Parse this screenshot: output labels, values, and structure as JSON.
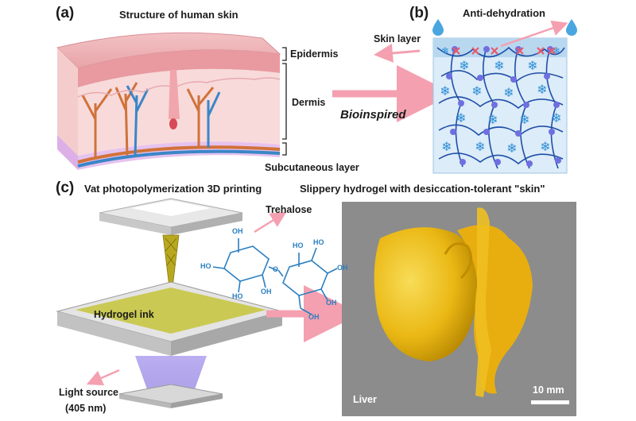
{
  "panels": {
    "a": {
      "tag": "(a)",
      "title": "Structure of human skin",
      "layers": [
        "Epidermis",
        "Dermis",
        "Subcutaneous layer"
      ]
    },
    "b": {
      "tag": "(b)",
      "title": "Anti-dehydration",
      "skin_layer": "Skin layer",
      "bioinspired": "Bioinspired"
    },
    "c": {
      "tag": "(c)",
      "title_left": "Vat photopolymerization 3D printing",
      "title_right": "Slippery hydrogel with desiccation-tolerant \"skin\"",
      "molecule": "Trehalose",
      "ink": "Hydrogel ink",
      "light_source": "Light source",
      "wavelength": "(405 nm)",
      "organ": "Liver",
      "scale_bar": "10 mm",
      "atoms": {
        "oh": "OH",
        "ho": "HO",
        "o": "O"
      }
    }
  },
  "colors": {
    "skin_top": "#e8a4a8",
    "skin_body": "#f8dada",
    "fat": "#e6c3ee",
    "vessel_red": "#d0723a",
    "vessel_blue": "#3a86c8",
    "network": "#1f4fa8",
    "node": "#6f6fe0",
    "snow": "#2e8fd6",
    "cross": "#e85a6a",
    "arrow": "#f4a0b0",
    "resin": "#c6c43a",
    "light": "#9e8ce8",
    "liver": "#f2c418",
    "photo_bg": "#8c8c8c",
    "molecule": "#2a7fc0"
  }
}
